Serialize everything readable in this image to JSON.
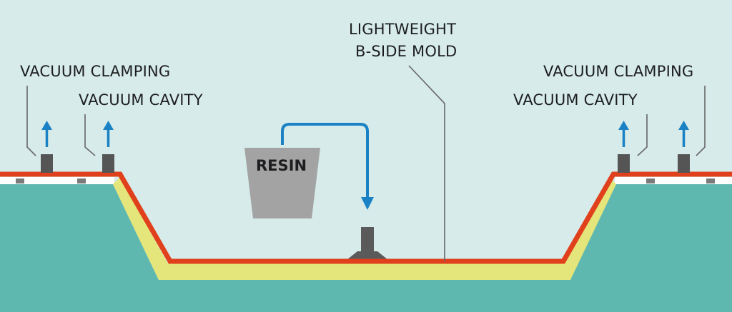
{
  "labels": {
    "left_clamping": "VACUUM CLAMPING",
    "left_cavity": "VACUUM CAVITY",
    "mold_line1": "LIGHTWEIGHT",
    "mold_line2": "B-SIDE MOLD",
    "right_clamping": "VACUUM CLAMPING",
    "right_cavity": "VACUUM CAVITY",
    "resin": "RESIN"
  },
  "colors": {
    "background": "#d6ebea",
    "a_side_mold": "#5fb8b0",
    "laminate": "#e4e57a",
    "b_side_membrane": "#e0401c",
    "seal": "#ffffff",
    "fittings": "#555555",
    "bucket": "#a3a3a3",
    "arrows": "#1a82c4",
    "leader_lines": "#666666"
  }
}
